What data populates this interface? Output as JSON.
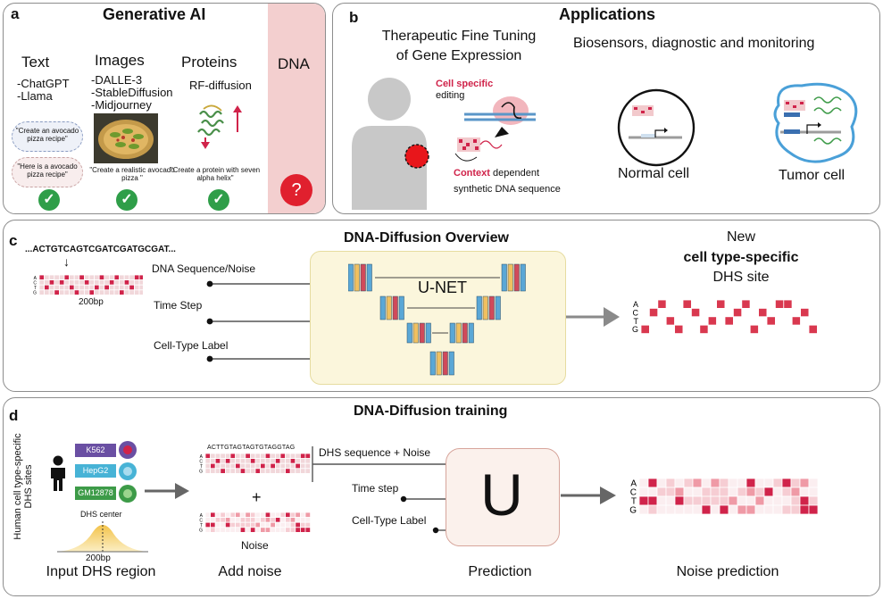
{
  "panel_a": {
    "letter": "a",
    "title": "Generative AI",
    "columns": [
      {
        "heading": "Text",
        "items": [
          "-ChatGPT",
          "-Llama"
        ]
      },
      {
        "heading": "Images",
        "items": [
          "-DALLE-3",
          "-StableDiffusion",
          "-Midjourney"
        ]
      },
      {
        "heading": "Proteins",
        "items": [
          "RF-diffusion"
        ]
      }
    ],
    "dna_heading": "DNA",
    "question_mark": "?",
    "text_prompt": "\"Create an avocado pizza recipe\"",
    "text_reply": "\"Here is a avocado pizza recipe\"",
    "image_caption": "\"Create a realistic avocado pizza \"",
    "protein_caption": "\"Create a protein with seven alpha helix\"",
    "colors": {
      "dna_bg": "#f3cfcf",
      "question_red": "#e0202e",
      "check_green": "#2f9e49"
    }
  },
  "panel_b": {
    "letter": "b",
    "title": "Applications",
    "therapy_title_1": "Therapeutic Fine Tuning",
    "therapy_title_2": "of Gene Expression",
    "cell_specific": "Cell specific",
    "editing": "editing",
    "context": "Context",
    "dependent": " dependent",
    "synthetic": "synthetic DNA sequence",
    "biosensors": "Biosensors, diagnostic and monitoring",
    "normal_cell": "Normal cell",
    "tumor_cell": "Tumor cell"
  },
  "panel_c": {
    "letter": "c",
    "title": "DNA-Diffusion Overview",
    "sequence": "...ACTGTCAGTCGATCGATGCGAT...",
    "bp": "200bp",
    "inputs": [
      "DNA Sequence/Noise",
      "Time Step",
      "Cell-Type Label"
    ],
    "unet": "U-NET",
    "new_1": "New",
    "new_2": "cell type-specific",
    "new_3": "DHS site",
    "bases": [
      "A",
      "C",
      "T",
      "G"
    ]
  },
  "panel_d": {
    "letter": "d",
    "title": "DNA-Diffusion training",
    "vertical_label_1": "Human cell type-specific",
    "vertical_label_2": "DHS sites",
    "cell_lines": [
      {
        "name": "K562",
        "color": "#6a4fa3"
      },
      {
        "name": "HepG2",
        "color": "#47b3d6"
      },
      {
        "name": "GM12878",
        "color": "#3d9b48"
      }
    ],
    "dhs_center": "DHS center",
    "bp": "200bp",
    "small_seq": "ACTTGTAGTAGTGTAGGTAG",
    "plus": "+",
    "noise": "Noise",
    "inputs": [
      "DHS sequence + Noise",
      "Time step",
      "Cell-Type Label"
    ],
    "u_letter": "U",
    "captions": [
      "Input DHS region",
      "Add noise",
      "Prediction",
      "Noise prediction"
    ]
  }
}
